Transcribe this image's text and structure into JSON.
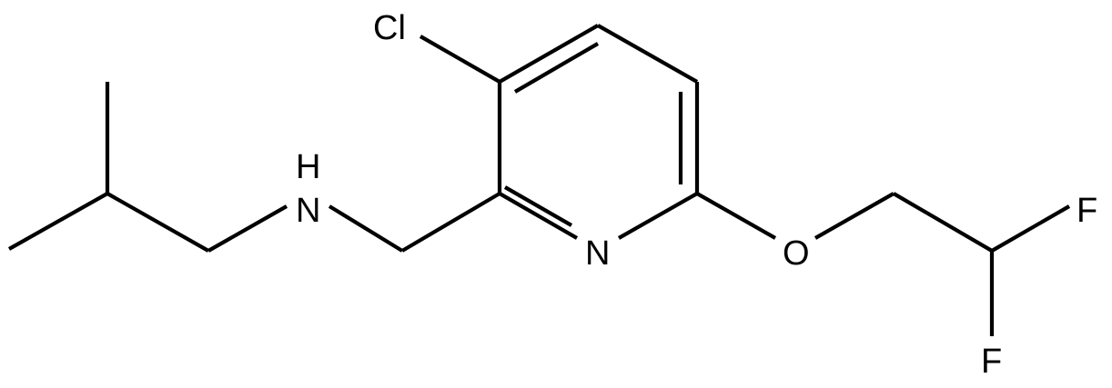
{
  "molecule": {
    "atoms": {
      "chlorine": "Cl",
      "amine_nitrogen": "N",
      "amine_hydrogen": "H",
      "ring_nitrogen": "N",
      "ether_oxygen": "O",
      "fluorine_top": "F",
      "fluorine_bottom": "F"
    },
    "colors": {
      "bond": "#000000",
      "label": "#000000",
      "background": "#ffffff"
    }
  }
}
